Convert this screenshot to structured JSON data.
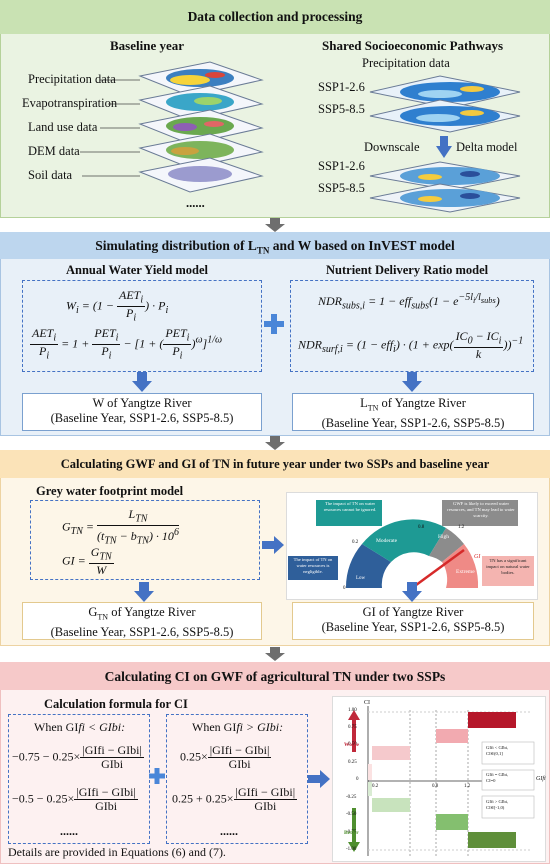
{
  "sec1": {
    "title": "Data collection and processing",
    "baseline_title": "Baseline year",
    "layers": [
      "Precipitation data",
      "Evapotranspiration",
      "Land use data",
      "DEM data",
      "Soil data"
    ],
    "ellipsis": "......",
    "ssp_title": "Shared Socioeconomic Pathways",
    "ssp_precip": "Precipitation data",
    "ssp_labels": [
      "SSP1-2.6",
      "SSP5-8.5"
    ],
    "downscale": "Downscale",
    "delta": "Delta model",
    "ssp_labels2": [
      "SSP1-2.6",
      "SSP5-8.5"
    ]
  },
  "sec2": {
    "title_pre": "Simulating distribution of L",
    "title_sub": "TN",
    "title_post": " and W based on InVEST model",
    "awy_title": "Annual Water Yield model",
    "ndr_title": "Nutrient Delivery Ratio model",
    "w_box": [
      "W of Yangtze River",
      "(Baseline Year, SSP1-2.6, SSP5-8.5)"
    ],
    "l_box_pre": "L",
    "l_box_sub": "TN",
    "l_box_post": " of Yangtze River",
    "l_box_line2": "(Baseline Year, SSP1-2.6, SSP5-8.5)"
  },
  "sec3": {
    "title": "Calculating GWF and GI of TN in future year under two SSPs and baseline year",
    "gwf_title": "Grey water footprint model",
    "g_box_pre": "G",
    "g_box_sub": "TN",
    "g_box_post": " of Yangtze River",
    "g_box_line2": "(Baseline Year, SSP1-2.6, SSP5-8.5)",
    "gi_box": [
      "GI of Yangtze River",
      "(Baseline Year, SSP1-2.6, SSP5-8.5)"
    ],
    "gauge": {
      "label_cannot_ignore": "The impact of TN on water resources cannot be ignored.",
      "label_exceed": "GWF is likely to exceed water resources, and TN may lead to water scarcity.",
      "label_negligible": "The impact of TN on water resources is negligible.",
      "label_significant": "TN has a significant impact on natural water bodies.",
      "segments": [
        "Low",
        "Moderate",
        "High",
        "Extreme"
      ],
      "ticks": [
        "0",
        "0.2",
        "0.8",
        "1.2"
      ],
      "needle": "GI",
      "colors": {
        "low": "#2f5f9a",
        "moderate": "#1e9a94",
        "high": "#8c8c8c",
        "extreme": "#ef8a86"
      }
    }
  },
  "sec4": {
    "title": "Calculating CI on GWF of agricultural TN under two SSPs",
    "calc_title": "Calculation formula for CI",
    "when_left": "When GI",
    "when_left_cond": "fi < GIbi:",
    "when_right": "When GI",
    "when_right_cond": "fi > GIbi:",
    "left_terms": [
      "−0.75 − 0.25×",
      "−0.5 − 0.25×"
    ],
    "right_terms": [
      "0.25×",
      "0.25 + 0.25×"
    ],
    "abs_num": "|GIfi − GIbi|",
    "den": "GIbi",
    "ellipsis": "......",
    "details": "Details are provided in Equations (6) and (7).",
    "ci_chart": {
      "ylabel": "CI",
      "xlabel": "GIfi",
      "yticks": [
        "1.00",
        "0.75",
        "0.50",
        "0.25",
        "0",
        "-0.25",
        "-0.50",
        "-0.75",
        "-1.00"
      ],
      "xticks": [
        "0.2",
        "0.8",
        "1.2"
      ],
      "worse": "Worse",
      "better": "Better",
      "notes": [
        "GIfi < GIbi,",
        "CI∈(0,1]",
        "GIfi = GIbi,",
        "CI=0",
        "GIfi > GIbi,",
        "CI∈[-1,0)"
      ]
    }
  },
  "colors": {
    "sec1_bg": "#eaf3e2",
    "sec1_head": "#c9e2b3",
    "sec2_bg": "#e8f0f8",
    "sec2_head": "#bdd6ee",
    "sec3_bg": "#fdf6e8",
    "sec3_head": "#fbe3b8",
    "sec4_bg": "#fdf1f1",
    "sec4_head": "#f6c9c9",
    "arrow_blue": "#4472c4",
    "connector_gray": "#6e6e6e"
  }
}
